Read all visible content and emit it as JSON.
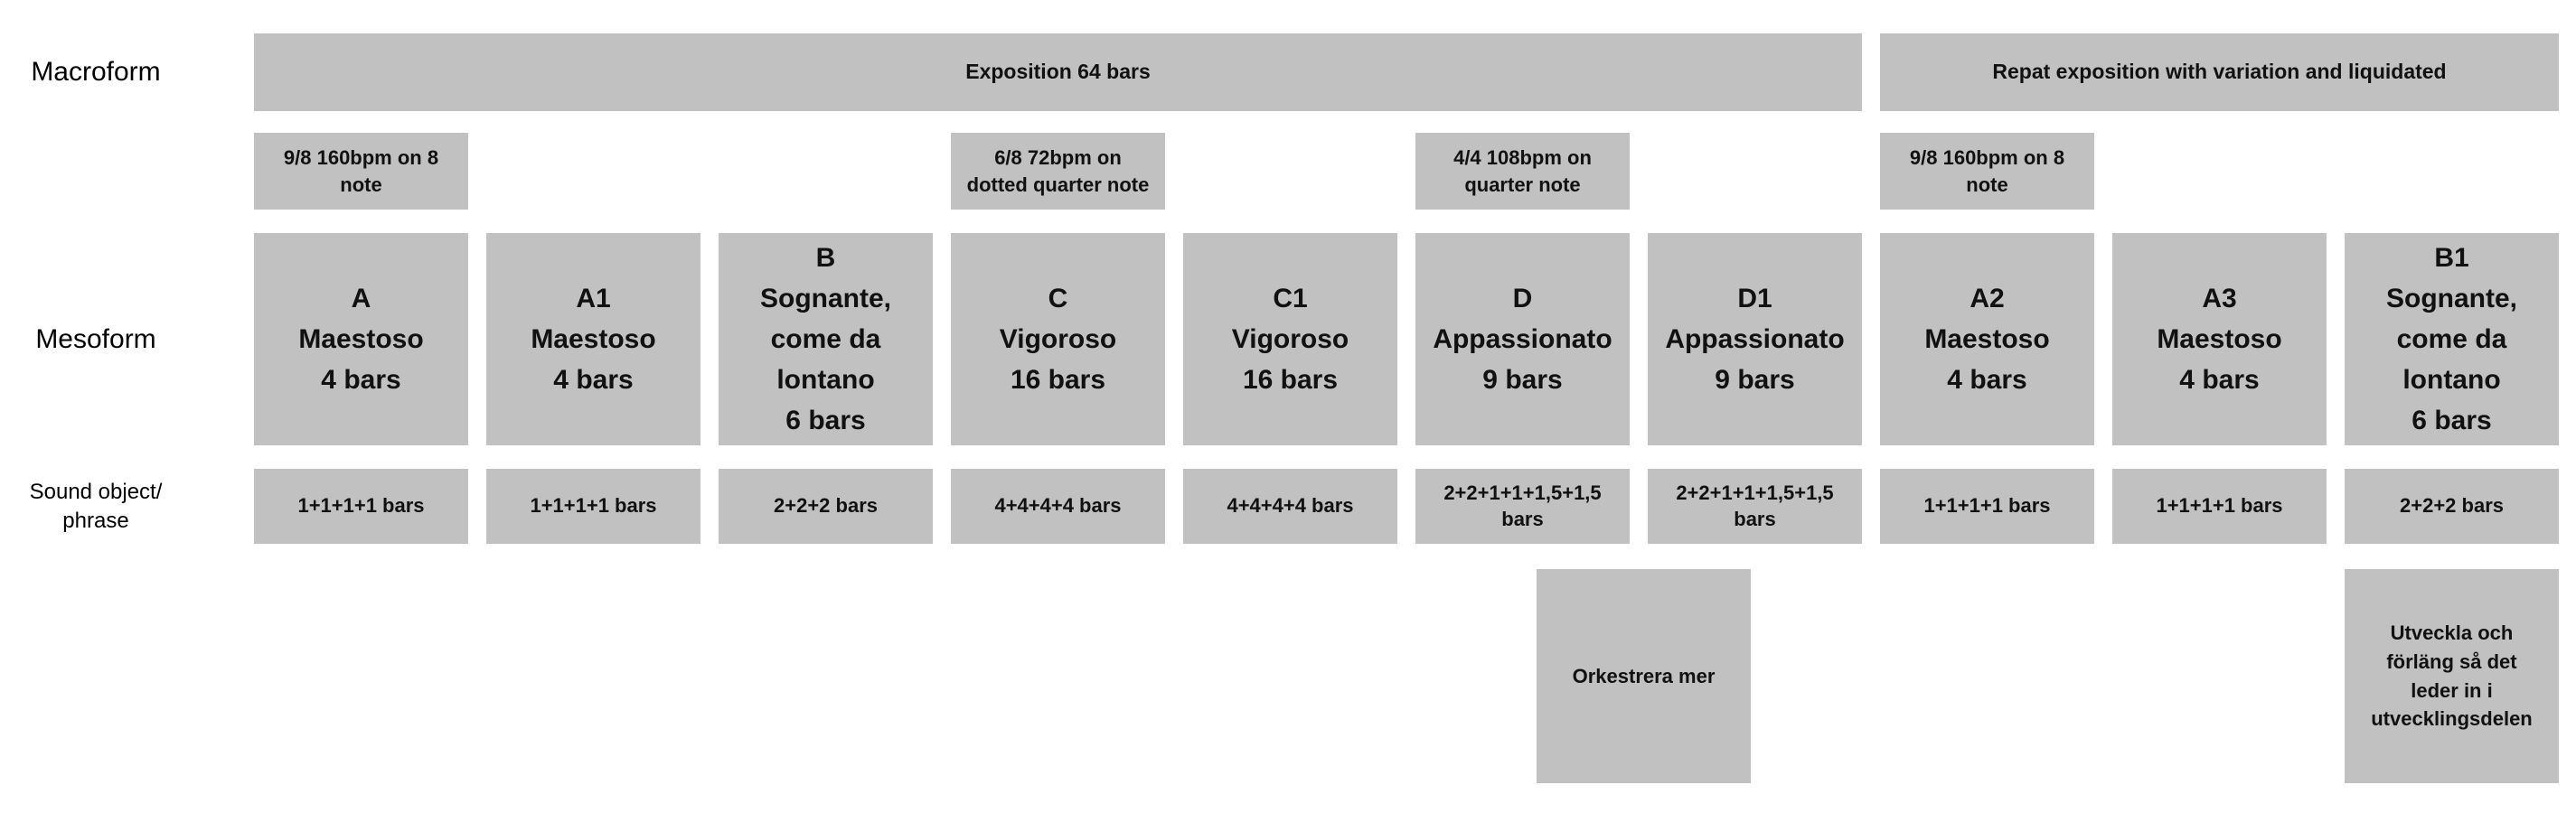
{
  "colors": {
    "box_bg": "#c1c1c1",
    "text": "#111111",
    "page_bg": "#ffffff"
  },
  "row_labels": {
    "macroform": "Macroform",
    "mesoform": "Mesoform",
    "sound_object": "Sound object/\nphrase"
  },
  "macroform_boxes": [
    {
      "text": "Exposition 64 bars"
    },
    {
      "text": "Repat exposition with variation and liquidated"
    }
  ],
  "tempo_boxes": [
    {
      "text": "9/8 160bpm on 8\nnote"
    },
    {
      "text": "6/8 72bpm on\ndotted quarter note"
    },
    {
      "text": "4/4 108bpm on\nquarter note"
    },
    {
      "text": "9/8 160bpm on 8\nnote"
    }
  ],
  "mesoform_boxes": [
    {
      "text": "A\nMaestoso\n4 bars"
    },
    {
      "text": "A1\nMaestoso\n4 bars"
    },
    {
      "text": "B\nSognante,\ncome da\nlontano\n6 bars"
    },
    {
      "text": "C\nVigoroso\n16 bars"
    },
    {
      "text": "C1\nVigoroso\n16 bars"
    },
    {
      "text": "D\nAppassionato\n9 bars"
    },
    {
      "text": "D1\nAppassionato\n9 bars"
    },
    {
      "text": "A2\nMaestoso\n4 bars"
    },
    {
      "text": "A3\nMaestoso\n4 bars"
    },
    {
      "text": "B1\nSognante,\ncome da\nlontano\n6 bars"
    }
  ],
  "sound_boxes": [
    {
      "text": "1+1+1+1 bars"
    },
    {
      "text": "1+1+1+1 bars"
    },
    {
      "text": "2+2+2 bars"
    },
    {
      "text": "4+4+4+4 bars"
    },
    {
      "text": "4+4+4+4 bars"
    },
    {
      "text": "2+2+1+1+1,5+1,5\nbars"
    },
    {
      "text": "2+2+1+1+1,5+1,5\nbars"
    },
    {
      "text": "1+1+1+1 bars"
    },
    {
      "text": "1+1+1+1 bars"
    },
    {
      "text": "2+2+2 bars"
    }
  ],
  "note_boxes": [
    {
      "text": "Orkestrera mer"
    },
    {
      "text": "Utveckla och\nförläng så det\nleder in i\nutvecklingsdelen"
    }
  ]
}
